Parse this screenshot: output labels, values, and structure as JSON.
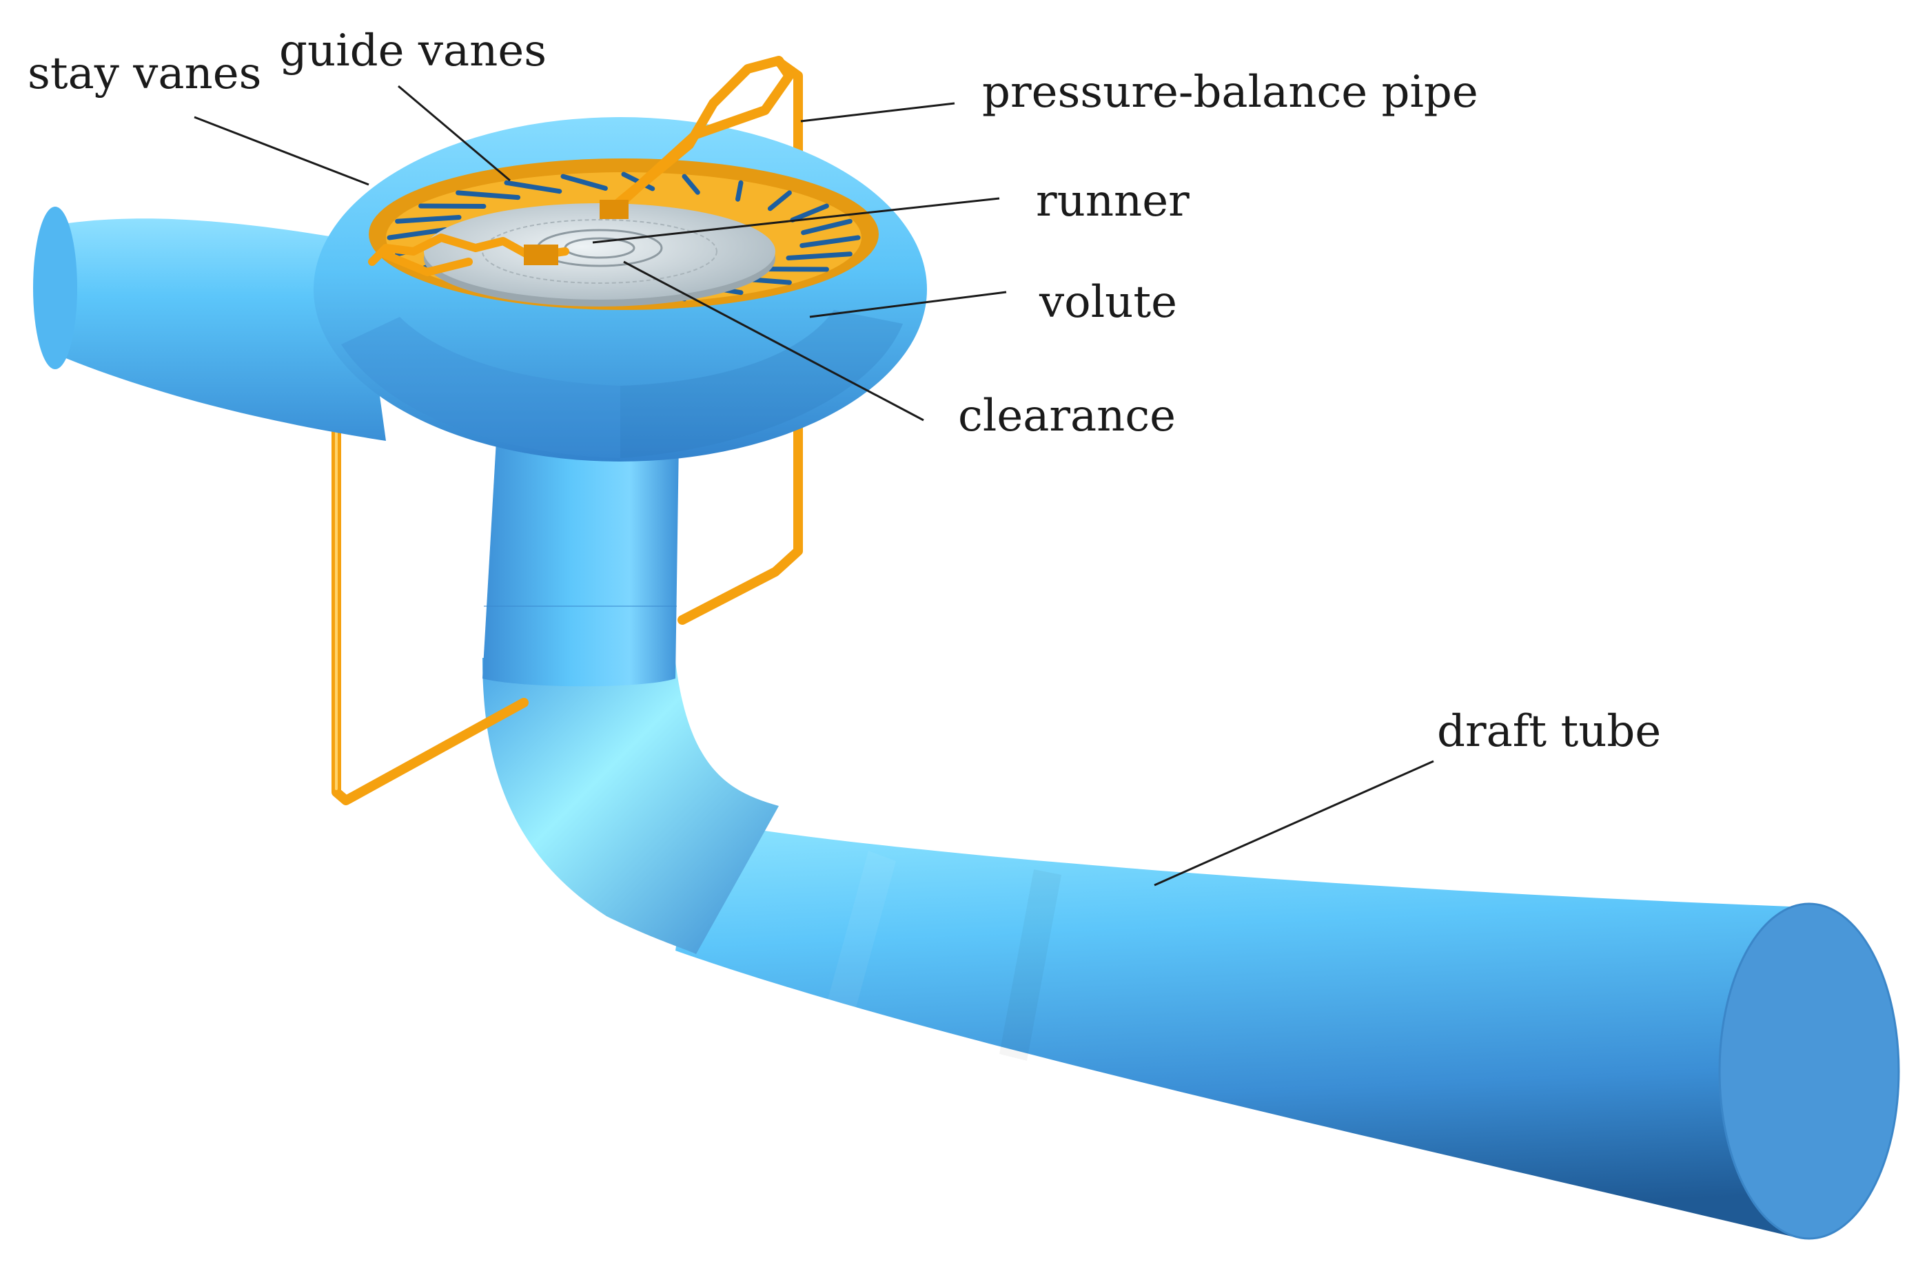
{
  "labels": {
    "stay_vanes": "stay vanes",
    "guide_vanes": "guide vanes",
    "pressure_balance_pipe": "pressure-balance pipe",
    "runner": "runner",
    "volute": "volute",
    "clearance": "clearance",
    "draft_tube": "draft tube"
  },
  "colors": {
    "water_body": "#5bbcf5",
    "water_shadow": "#2a6fb0",
    "water_highlight": "#a8ecff",
    "outlet_face": "#4a97d8",
    "pipe": "#f5a10f",
    "runner_disc": "#c9d3d8",
    "label_text": "#1a1a1a"
  }
}
